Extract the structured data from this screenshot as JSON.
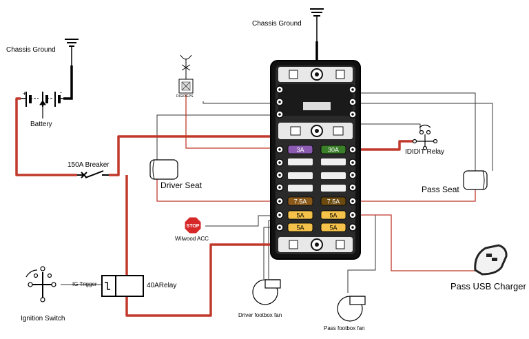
{
  "labels": {
    "chassis_ground_top": "Chassis Ground",
    "chassis_ground_left": "Chassis Ground",
    "battery": "Battery",
    "breaker": "150A Breaker",
    "driver_seat": "Driver Seat",
    "pass_seat": "Pass Seat",
    "ididit_relay": "IDIDIT Relay",
    "wilwood_acc": "Wilwood ACC",
    "stop_sign": "STOP",
    "ig_trigger": "IG Trigger",
    "relay_40a": "40ARelay",
    "ignition_switch": "Ignition Switch",
    "driver_footbox_fan": "Driver footbox fan",
    "pass_footbox_fan": "Pass footbox fan",
    "pass_usb_charger": "Pass USB Charger",
    "gps_module": "DIGIDGPS",
    "battery_pos": "+",
    "battery_neg": "-"
  },
  "fuses": [
    {
      "left": "3A",
      "right": "30A",
      "left_color": "#8a5bb0",
      "right_color": "#3a7f2a"
    },
    {
      "left": "7.5A",
      "right": "7.5A",
      "left_color": "#8b5a1b",
      "right_color": "#6b4a10"
    },
    {
      "left": "5A",
      "right": "5A",
      "left_color": "#f4c24a",
      "right_color": "#f4c24a"
    },
    {
      "left": "5A",
      "right": "5A",
      "left_color": "#f4c24a",
      "right_color": "#f4c24a"
    }
  ],
  "colors": {
    "power_wire": "#c0392b",
    "signal_wire": "#333333",
    "ground_wire": "#000000",
    "fuse_block": "#1a1a1a"
  }
}
